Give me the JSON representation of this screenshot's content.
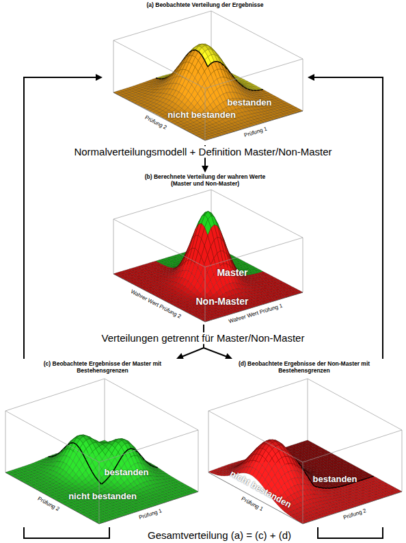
{
  "diagram": {
    "nodes": [
      {
        "text": [
          "(a) Beobachtete Verteilung der Ergebnisse",
          "bestanden",
          "nicht bestanden",
          "Prüfung 2",
          "Prüfung 1"
        ]
      },
      {
        "text": [
          "(b) Berechnete Verteilung der wahren Werte (Master und Non-Master)",
          "Master",
          "Non-Master",
          "Wahrer Wert Prüfung 2",
          "Wahrer Wert Prüfung 1"
        ]
      },
      {
        "text": [
          "(c) Beobachtete Ergebnisse der Master mit Bestehensgrenzen",
          "bestanden",
          "nicht bestanden",
          "Prüfung 2",
          "Prüfung 1"
        ]
      },
      {
        "text": [
          "(d) Beobachtete Ergebnisse der Non-Master mit Bestehensgrenzen",
          "nicht bestanden",
          "bestanden",
          "Prüfung 1",
          "Prüfung 2"
        ]
      }
    ],
    "edges": [
      {
        "from": 0,
        "to": 1,
        "arrow": "to"
      },
      {
        "from": 1,
        "to": 2,
        "arrow": "to"
      },
      {
        "from": 1,
        "to": 3,
        "arrow": "to"
      },
      {
        "from": 2,
        "to": 0,
        "arrow": "to"
      },
      {
        "from": 3,
        "to": 0,
        "arrow": "to"
      }
    ],
    "labels": [
      "Normalverteilungsmodell + Definition Master/Non-Master",
      "Verteilungen getrennt für Master/Non-Master",
      "Gesamtverteilung (a) = (c) + (d)"
    ]
  }
}
